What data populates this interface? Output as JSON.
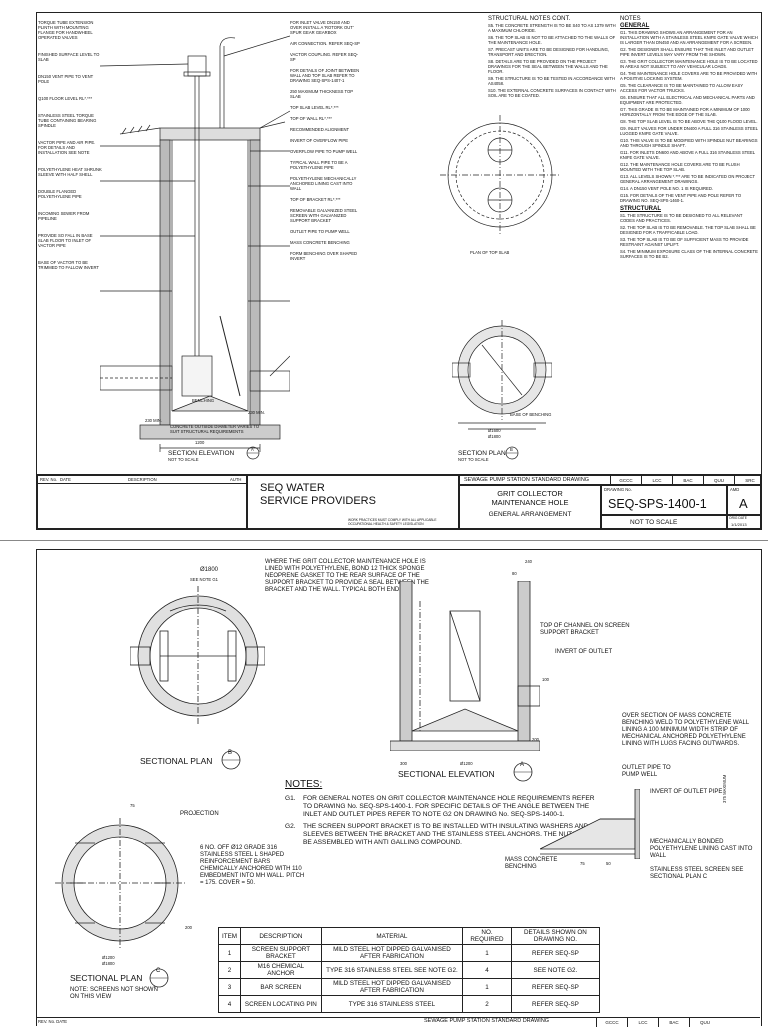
{
  "sheet1": {
    "left_notes": [
      "TORQUE TUBE EXTENSION PLINTH WITH MOUNTING FLANGE FOR HANDWHEEL OPERATED VALVES",
      "FINISHED SURFACE LEVEL TO SLAB",
      "DN150 VENT PIPE TO VENT POLE",
      "Q100 FLOOR LEVEL RL*.***",
      "STAINLESS STEEL TORQUE TUBE CONTAINING BEARING SPINDLE",
      "VACTOR PIPE AND AIR PIPE. FOR DETAILS AND INSTALLATION SEE NOTE",
      "POLYETHYLENE HEAT SHRUNK SLEEVE WITH HALF SHELL",
      "DOUBLE FLANGED POLYETHYLENE PIPE",
      "INCOMING SEWER FROM PIPELINE",
      "PROVIDE SO FALL IN BASE SLAB FLOOR TO INLET OF VACTOR PIPE",
      "BASE OF VACTOR TO BE TRIMMED TO FALLOW INVERT"
    ],
    "mid_notes": [
      "FOR INLET VALVE DN150 AND OVER INSTALL A 'ROTORK OUT' SPUR GEAR GEARBOX",
      "AIR CONNECTION. REFER SEQ-SP",
      "VACTOR COUPLING. REFER SEQ-SP",
      "FOR DETAILS OF JOINT BETWEEN WALL AND TOP SLAB REFER TO DRAWING SEQ-SPS-1407-1",
      "250 MAXIMUM THICKNESS TOP SLAB",
      "TOP SLAB LEVEL RL*.***",
      "TOP OF WALL RL*.***",
      "RECOMMENDED ALIGNMENT",
      "INVERT OF OVERFLOW PIPE",
      "OVERFLOW PIPE TO PUMP WELL",
      "TYPICAL WALL PIPE TO BE A POLYETHYLENE PIPE",
      "POLYETHYLENE MECHANICALLY ANCHORED LINING CAST INTO WALL",
      "TOP OF BRACKET RL*.***",
      "REMOVABLE GALVANIZED STEEL SCREEN WITH GALVANIZED SUPPORT BRACKET",
      "OUTLET PIPE TO PUMP WELL",
      "MASS CONCRETE BENCHING",
      "FORM BENCHING OVER SHAPED INVERT"
    ],
    "section_elevation_label": "SECTION ELEVATION",
    "section_elevation_ref": "A",
    "not_to_scale": "NOT TO SCALE",
    "benching_label": "BENCHING",
    "dim_1200": "1200",
    "dim_230": "230 MIN.",
    "dim_230b": "230 MIN.",
    "footing_note": "CONCRETE OUTSIDE DIAMETER VARIES TO SUIT STRUCTURAL REQUIREMENTS",
    "plan_top_slab_label": "PLAN OF TOP SLAB",
    "section_plan_label": "SECTION PLAN",
    "section_plan_ref": "B",
    "dim_1600": "Ø1600",
    "dim_1800": "Ø1800",
    "base_of_benching": "BASE OF BENCHING",
    "structural_notes_cont_title": "STRUCTURAL NOTES CONT.",
    "structural_notes_cont": [
      "S5. THE CONCRETE STRENGTH IS TO BE S40 TO AS 1379 WITH A MAXIMUM CHLORIDE.",
      "S6. THE TOP SLAB IS NOT TO BE ATTACHED TO THE WALLS OF THE MAINTENANCE HOLE.",
      "S7. PRECAST UNITS ARE TO BE DESIGNED FOR HANDLING, TRANSPORT AND ERECTION.",
      "S8. DETAILS ARE TO BE PROVIDED ON THE PROJECT DRAWINGS FOR THE SEAL BETWEEN THE WALLS AND THE FLOOR.",
      "S9. THE STRUCTURE IS TO BE TESTED IN ACCORDANCE WITH AS4058.",
      "S10. THE EXTERNAL CONCRETE SURFACES IN CONTACT WITH SOIL ARE TO BE COATED."
    ],
    "notes_title": "NOTES",
    "general_title": "GENERAL",
    "general_notes": [
      "G1. THIS DRAWING SHOWS AN ARRANGEMENT FOR AN INSTALLATION WITH A STAINLESS STEEL KNIFE GATE VALVE WHICH IS LARGER THAN DN450 AND AN ARRANGEMENT FOR A SCREEN.",
      "G2. THE DESIGNER SHALL ENSURE THAT THE INLET AND OUTLET PIPE INVERT LEVELS MAY VARY FROM THE SHOWN.",
      "G3. THE GRIT COLLECTOR MAINTENANCE HOLE IS TO BE LOCATED IN AREAS NOT SUBJECT TO ANY VEHICULAR LOADS.",
      "G4. THE MAINTENANCE HOLE COVERS ARE TO BE PROVIDED WITH A POSITIVE LOCKING SYSTEM.",
      "G5. THE CLEARANCE IS TO BE MAINTAINED TO ALLOW EASY ACCESS FOR VACTOR TRUCKS.",
      "G6. ENSURE THAT ALL ELECTRICAL AND MECHANICAL PARTS AND EQUIPMENT ARE PROTECTED.",
      "G7. THIS GRADE IS TO BE MAINTAINED FOR A MINIMUM OF 1000 HORIZONTALLY FROM THE EDGE OF THE SLAB.",
      "G8. THE TOP SLAB LEVEL IS TO BE ABOVE THE Q100 FLOOD LEVEL.",
      "G9. INLET VALVES FOR UNDER DN400 A FULL 316 STAINLESS STEEL LUGGED KNIFE GATE VALVE.",
      "G10. THIS VALVE IS TO BE MODIFIED WITH SPINDLE NUT BEARINGS AND THROUGH SPINDLE SHAFT.",
      "G11. FOR INLETS DN600 AND ABOVE A FULL 316 STAINLESS STEEL KNIFE GATE VALVE.",
      "G12. THE MAINTENANCE HOLE COVERS ARE TO BE FLUSH MOUNTED WITH THE TOP SLAB.",
      "G13. ALL LEVELS SHOWN *.*** ARE TO BE INDICATED ON PROJECT GENERAL ARRANGEMENT DRAWINGS.",
      "G14. A DN150 VENT POLE NO. 1 IS REQUIRED.",
      "G15. FOR DETAILS OF THE VENT PIPE AND POLE REFER TO DRAWING NO. SEQ-SPS-1460-1."
    ],
    "structural_title": "STRUCTURAL",
    "structural_notes": [
      "S1. THE STRUCTURE IS TO BE DESIGNED TO ALL RELEVANT CODES AND PRACTICES.",
      "S2. THE TOP SLAB IS TO BE REMOVABLE. THE TOP SLAB SHALL BE DESIGNED FOR A TRAFFICABLE LOAD.",
      "S3. THE TOP SLAB IS TO BE OF SUFFICIENT MASS TO PROVIDE RESTRAINT AGAINST UPLIFT.",
      "S4. THE MINIMUM EXPOSURE CLASS OF THE INTERNAL CONCRETE SURFACES IS TO BE B2."
    ],
    "title_block": {
      "rev_no": "REV. No.",
      "date": "DATE",
      "description": "DESCRIPTION",
      "auth": "AUTH",
      "org_line1": "SEQ WATER",
      "org_line2": "SERVICE PROVIDERS",
      "disclaimer": "WORK PRACTICES MUST COMPLY WITH ALL APPLICABLE OCCUPATIONAL HEALTH & SAFETY LEGISLATION",
      "series": "SEWAGE PUMP STATION STANDARD DRAWING",
      "title_line1": "GRIT COLLECTOR",
      "title_line2": "MAINTENANCE HOLE",
      "title_line3": "GENERAL ARRANGEMENT",
      "codes": [
        "GCCC",
        "LCC",
        "BAC",
        "QUU",
        "SRC"
      ],
      "drawing_no_label": "DRAWING No.",
      "drawing_no": "SEQ-SPS-1400-1",
      "amd_label": "AMD",
      "revision": "A",
      "scale": "NOT TO SCALE",
      "orig_date_label": "ORIG DATE",
      "orig_date": "1/1/2013"
    }
  },
  "sheet2": {
    "callout_top": "WHERE THE GRIT COLLECTOR MAINTENANCE HOLE IS LINED WITH POLYETHYLENE, BOND 12 THICK SPONGE NEOPRENE GASKET TO THE REAR SURFACE OF THE SUPPORT BRACKET TO PROVIDE A SEAL BETWEEN THE BRACKET AND THE WALL. TYPICAL BOTH ENDS.",
    "dim_1800": "Ø1800",
    "see_note_g1": "SEE NOTE G1",
    "sectional_plan_b": "SECTIONAL PLAN",
    "ref_b": "B",
    "dim_240": "240",
    "dim_80": "80",
    "dim_100": "100",
    "dim_200": "200",
    "dim_300": "300",
    "dim_1200": "Ø1200",
    "top_of_channel": "TOP OF CHANNEL ON SCREEN SUPPORT BRACKET",
    "invert_of_outlet": "INVERT OF OUTLET",
    "sectional_elevation_a": "SECTIONAL ELEVATION",
    "ref_a": "A",
    "notes_title": "NOTES:",
    "notes": [
      {
        "id": "G1.",
        "text": "FOR GENERAL NOTES ON GRIT COLLECTOR MAINTENANCE HOLE REQUIREMENTS REFER TO DRAWING No. SEQ-SPS-1400-1. FOR SPECIFIC DETAILS OF THE ANGLE BETWEEN THE INLET AND OUTLET PIPES REFER TO NOTE G2 ON DRAWING No. SEQ-SPS-1400-1."
      },
      {
        "id": "G2.",
        "text": "THE SCREEN SUPPORT BRACKET IS TO BE INSTALLED WITH INSULATING WASHERS AND SLEEVES BETWEEN THE BRACKET AND THE STAINLESS STEEL ANCHORS. THE NUTS ARE TO BE ASSEMBLED WITH ANTI GALLING COMPOUND."
      }
    ],
    "benching_callout": "OVER SECTION OF MASS CONCRETE BENCHING WELD TO POLYETHYLENE WALL LINING A 100 MINIMUM WIDTH STRIP OF MECHANICAL ANCHORED POLYETHYLENE LINING WITH LUGS FACING OUTWARDS.",
    "outlet_pipe_to_pump_well": "OUTLET PIPE TO PUMP WELL",
    "invert_of_outlet_pipe": "INVERT OF OUTLET PIPE",
    "dim_375": "375 MAXIMUM",
    "mech_bonded": "MECHANICALLY BONDED POLYETHYLENE LINING CAST INTO WALL",
    "stainless_screen": "STAINLESS STEEL SCREEN SEE SECTIONAL PLAN C",
    "mass_concrete": "MASS CONCRETE BENCHING",
    "dim_75": "75",
    "dim_50": "50",
    "projection": "PROJECTION",
    "bar_note": "6 NO. OFF Ø12 GRADE 316 STAINLESS STEEL L SHAPED REINFORCEMENT BARS CHEMICALLY ANCHORED WITH 110 EMBEDMENT INTO MH WALL. PITCH = 175. COVER = 50.",
    "dim_1200c": "Ø1200",
    "dim_1800c": "Ø1800",
    "sectional_plan_c": "SECTIONAL PLAN",
    "ref_c": "C",
    "screens_note": "NOTE: SCREENS NOT SHOWN ON THIS VIEW",
    "table_headers": [
      "ITEM",
      "DESCRIPTION",
      "MATERIAL",
      "NO. REQUIRED",
      "DETAILS SHOWN ON DRAWING NO."
    ],
    "table_rows": [
      [
        "1",
        "SCREEN SUPPORT BRACKET",
        "MILD STEEL HOT DIPPED GALVANISED AFTER FABRICATION",
        "1",
        "REFER SEQ-SP"
      ],
      [
        "2",
        "M16 CHEMICAL ANCHOR",
        "TYPE 316 STAINLESS STEEL SEE NOTE G2.",
        "4",
        "SEE NOTE G2."
      ],
      [
        "3",
        "BAR SCREEN",
        "MILD STEEL HOT DIPPED GALVANISED AFTER FABRICATION",
        "1",
        "REFER SEQ-SP"
      ],
      [
        "4",
        "SCREEN LOCATING PIN",
        "TYPE 316 STAINLESS STEEL",
        "2",
        "REFER SEQ-SP"
      ]
    ],
    "footer_rev": "REV. No. DATE",
    "footer_series": "SEWAGE PUMP STATION STANDARD DRAWING",
    "footer_codes": [
      "GCCC",
      "LCC",
      "BAC",
      "QUU"
    ]
  }
}
